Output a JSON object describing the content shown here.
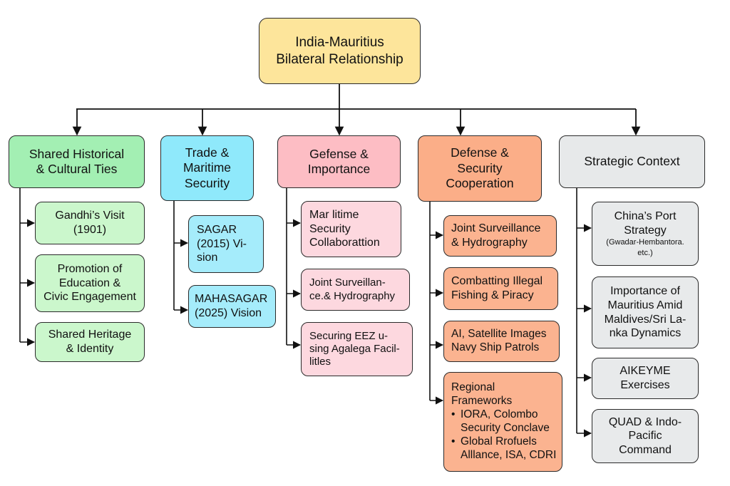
{
  "root": {
    "lines": [
      "India-Mauritius",
      "Bilateral Relationship"
    ],
    "color": "#fde59b"
  },
  "branches": [
    {
      "id": "shared-historical-cultural-ties",
      "title_lines": [
        "Shared Historical",
        "& Cultural Ties"
      ],
      "header_color": "#a3efb3",
      "child_color": "#cbf7cc",
      "children": [
        {
          "lines": [
            "Gandhi’s Visit",
            "(1901)"
          ]
        },
        {
          "lines": [
            "Promotion of",
            "Education &",
            "Civic Engagement"
          ]
        },
        {
          "lines": [
            "Shared Heritage",
            "& Identity"
          ]
        }
      ]
    },
    {
      "id": "trade-maritime-security",
      "title_lines": [
        "Trade &",
        "Maritime",
        "Security"
      ],
      "header_color": "#8fe9fb",
      "child_color": "#a5ecfb",
      "children": [
        {
          "lines": [
            "SAGAR",
            "(2015) Vi-",
            "sion"
          ]
        },
        {
          "lines": [
            "MAHASAGAR",
            "(2025) Vision"
          ]
        }
      ]
    },
    {
      "id": "gefense-importance",
      "title_lines": [
        "Gefense &",
        "Importance"
      ],
      "header_color": "#fdbdc4",
      "child_color": "#fdd8df",
      "children": [
        {
          "lines": [
            "Mar litime",
            "Security",
            "Collaborattion"
          ]
        },
        {
          "lines": [
            "Joint Surveillan-",
            "ce.& Hydrography"
          ]
        },
        {
          "lines": [
            "Securing EEZ u-",
            "sing Agalega Facil-",
            "litles"
          ]
        }
      ]
    },
    {
      "id": "defense-security-cooperation",
      "title_lines": [
        "Defense &",
        "Security",
        "Cooperation"
      ],
      "header_color": "#fbae88",
      "child_color": "#fbb390",
      "children": [
        {
          "lines": [
            "Joint Surveillance",
            "& Hydrography"
          ]
        },
        {
          "lines": [
            "Combatting Illegal",
            "Fishing & Piracy"
          ]
        },
        {
          "lines": [
            "AI, Satellite Images",
            "Navy Ship Patrols"
          ]
        },
        {
          "lines": [
            "Regional",
            "Frameworks"
          ],
          "bullets": [
            [
              "IORA, Colombo",
              "Security Conclave"
            ],
            [
              "Global Rrofuels",
              "Alllance, ISA, CDRI"
            ]
          ]
        }
      ]
    },
    {
      "id": "strategic-context",
      "title_lines": [
        "Strategic Context"
      ],
      "header_color": "#e7e9ea",
      "child_color": "#e8eaeb",
      "children": [
        {
          "lines": [
            "China’s Port",
            "Strategy"
          ],
          "note_lines": [
            "(Gwadar-Hembantora.",
            "etc.)"
          ]
        },
        {
          "lines": [
            "Importance of",
            "Mauritius Amid",
            "Maldives/Sri La-",
            "nka Dynamics"
          ]
        },
        {
          "lines": [
            "AIKEYME",
            "Exercises"
          ]
        },
        {
          "lines": [
            "QUAD & Indo-",
            "Pacific",
            "Command"
          ]
        }
      ]
    }
  ]
}
